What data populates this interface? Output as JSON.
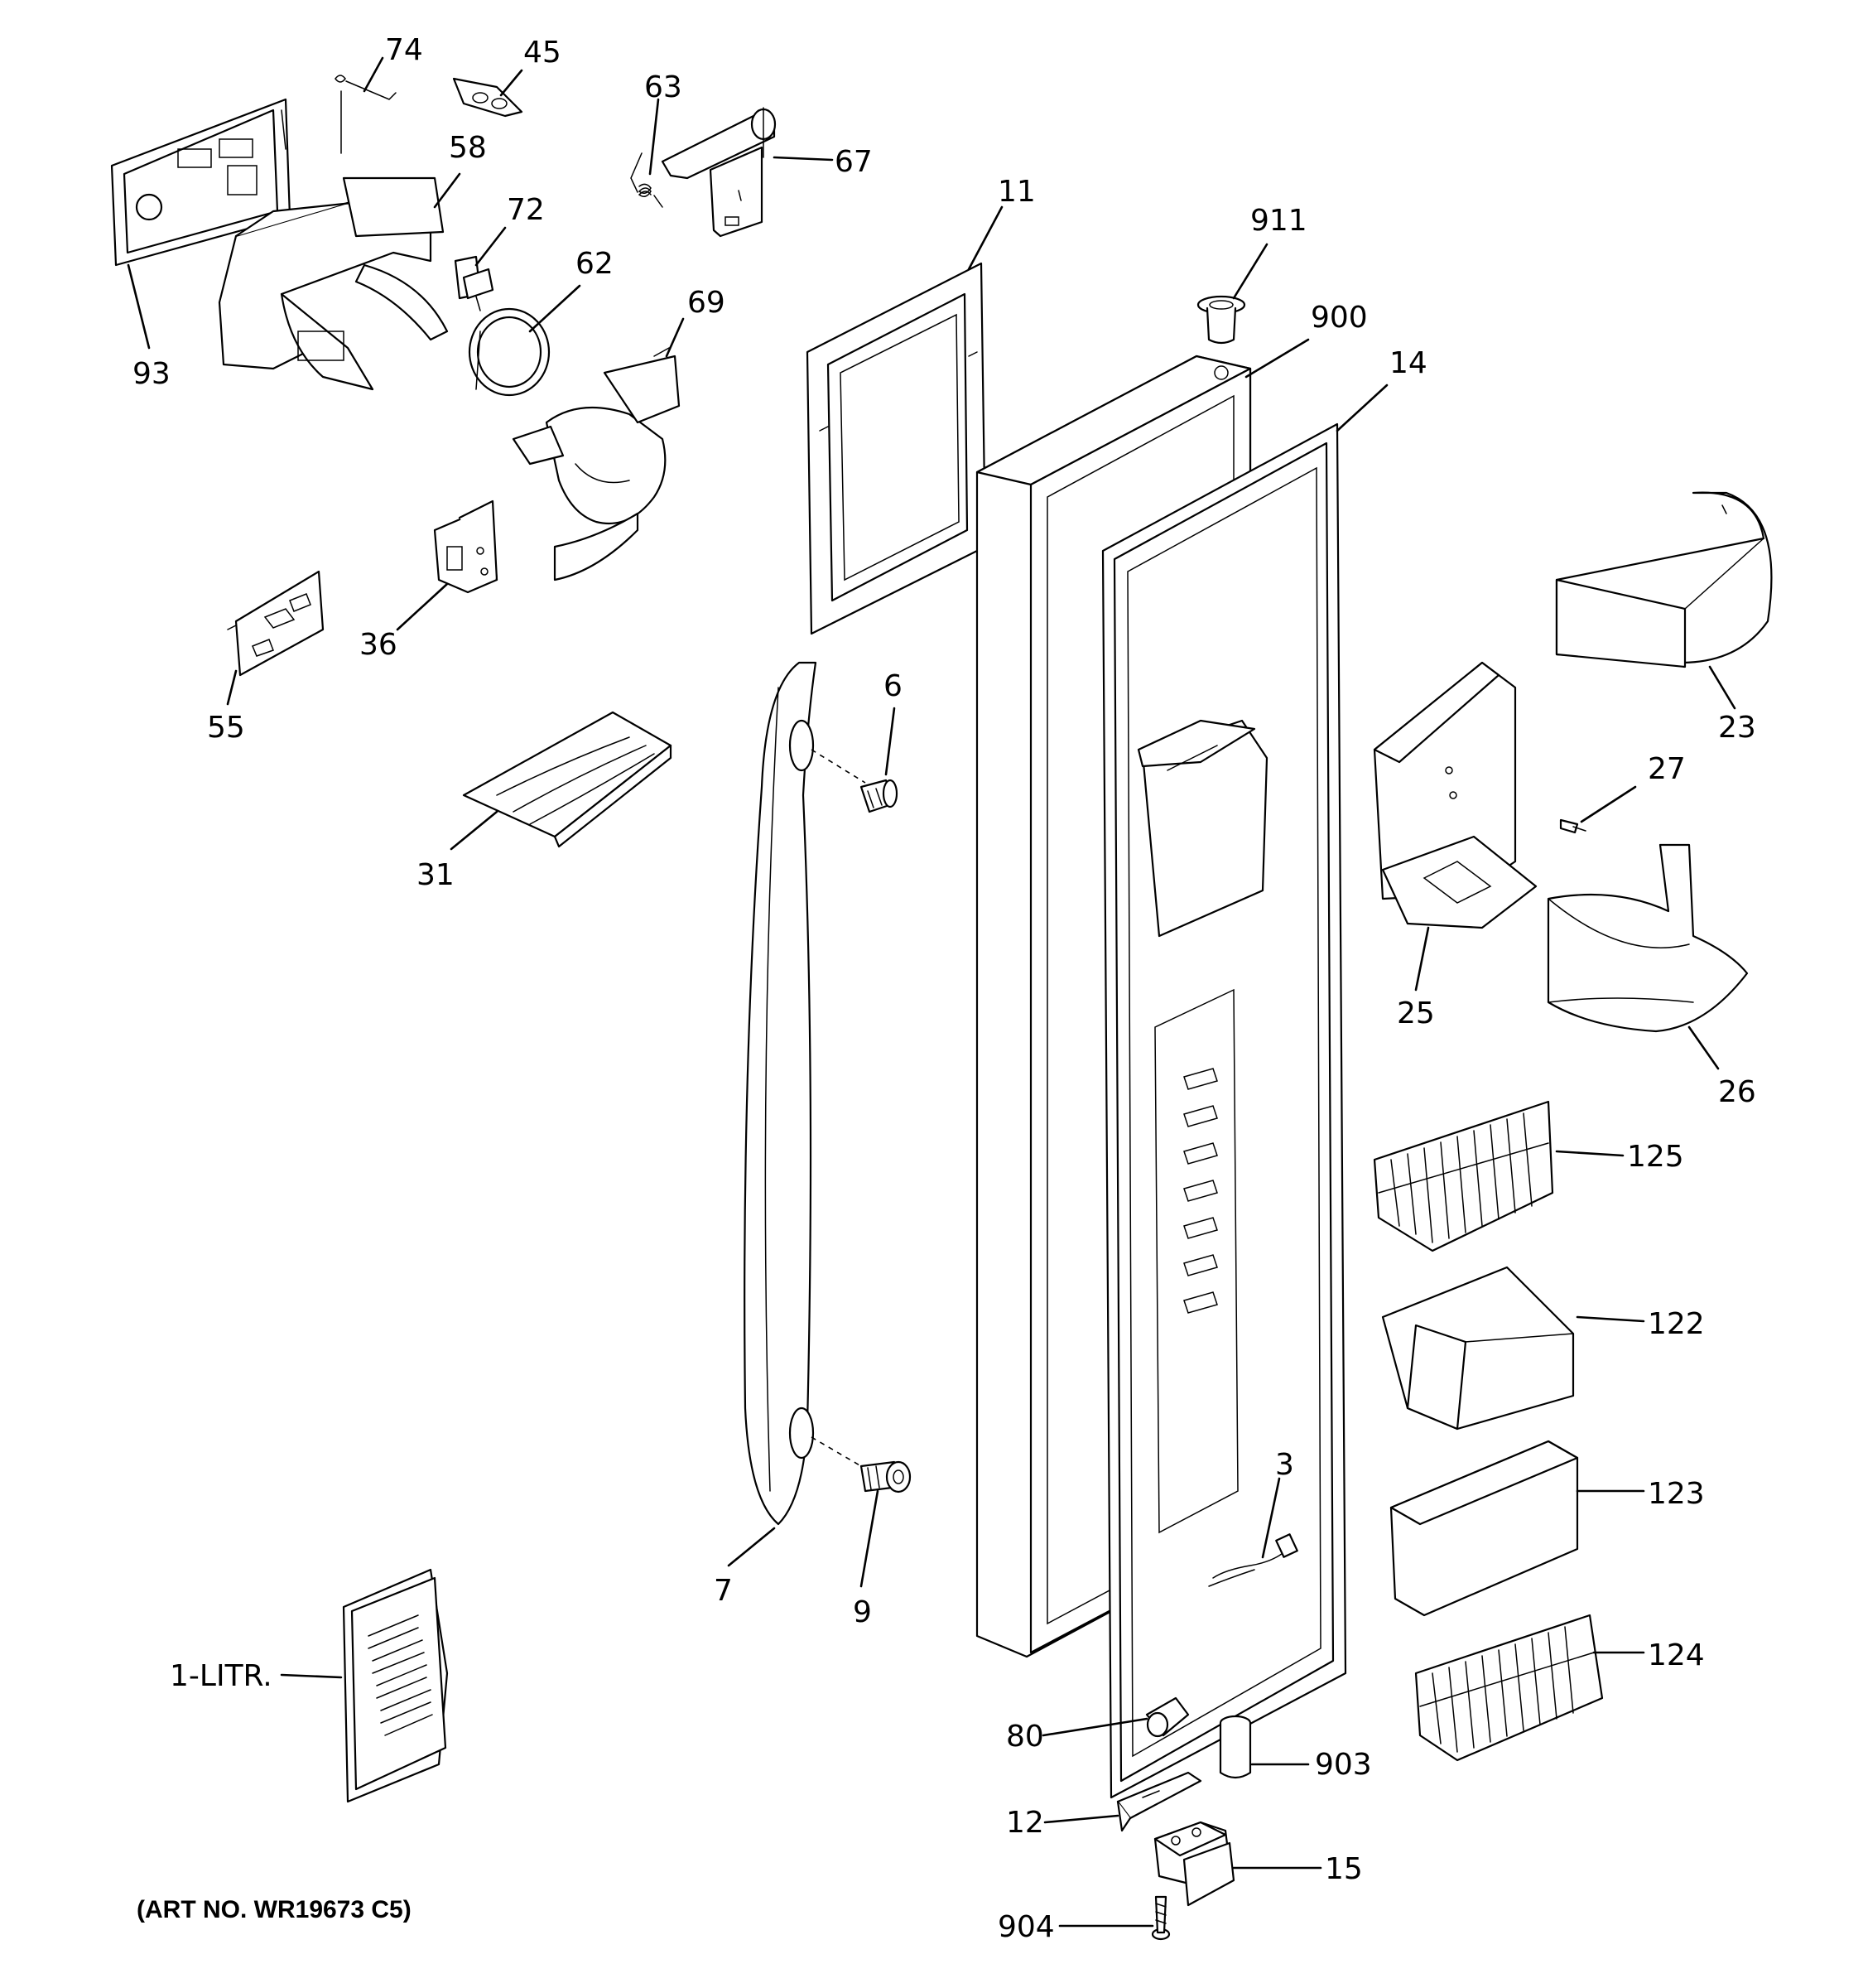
{
  "diagram": {
    "art_number": "(ART NO. WR19673 C5)",
    "callouts": {
      "c74": "74",
      "c45": "45",
      "c63": "63",
      "c67": "67",
      "c58": "58",
      "c72": "72",
      "c62": "62",
      "c69": "69",
      "c93": "93",
      "c11": "11",
      "c911": "911",
      "c900": "900",
      "c14": "14",
      "c36": "36",
      "c55": "55",
      "c6": "6",
      "c31": "31",
      "c23": "23",
      "c27": "27",
      "c25": "25",
      "c26": "26",
      "c125": "125",
      "c122": "122",
      "c123": "123",
      "c124": "124",
      "c7": "7",
      "c9": "9",
      "c3": "3",
      "c1litr": "1-LITR.",
      "c80": "80",
      "c903": "903",
      "c12": "12",
      "c15": "15",
      "c904": "904"
    }
  }
}
